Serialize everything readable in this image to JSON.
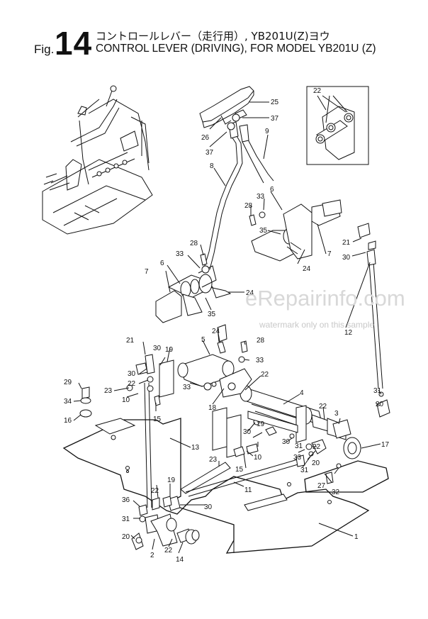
{
  "figure": {
    "prefix": "Fig.",
    "number": "14",
    "title_jp": "コントロールレバー（走行用）, YB201U(Z)ヨウ",
    "title_en": "CONTROL LEVER (DRIVING), FOR MODEL YB201U (Z)"
  },
  "watermark": {
    "text": "eRepairinfo.com",
    "subtext": "watermark only on this sample"
  },
  "callouts": {
    "c1": "1",
    "c2": "2",
    "c3": "3",
    "c4": "4",
    "c5": "5",
    "c6a": "6",
    "c6b": "6",
    "c7a": "7",
    "c7b": "7",
    "c8": "8",
    "c9": "9",
    "c10a": "10",
    "c10b": "10",
    "c11": "11",
    "c12": "12",
    "c13": "13",
    "c14": "14",
    "c15a": "15",
    "c15b": "15",
    "c16": "16",
    "c17": "17",
    "c18": "18",
    "c19a": "19",
    "c19b": "19",
    "c20a": "20",
    "c20b": "20",
    "c20c": "20",
    "c21a": "21",
    "c21b": "21",
    "c22a": "22",
    "c22b": "22",
    "c22c": "22",
    "c22d": "22",
    "c22e": "22",
    "c22f": "22",
    "c23a": "23",
    "c23b": "23",
    "c24a": "24",
    "c24b": "24",
    "c24c": "24",
    "c25": "25",
    "c26": "26",
    "c27": "27",
    "c28a": "28",
    "c28b": "28",
    "c28c": "28",
    "c29": "29",
    "c30a": "30",
    "c30b": "30",
    "c30c": "30",
    "c30d": "30",
    "c30e": "30",
    "c31a": "31",
    "c31b": "31",
    "c31c": "31",
    "c32": "32",
    "c33a": "33",
    "c33b": "33",
    "c33c": "33",
    "c33d": "33",
    "c33e": "33",
    "c34": "34",
    "c35a": "35",
    "c35b": "35",
    "c36": "36",
    "c37a": "37",
    "c37b": "37"
  }
}
